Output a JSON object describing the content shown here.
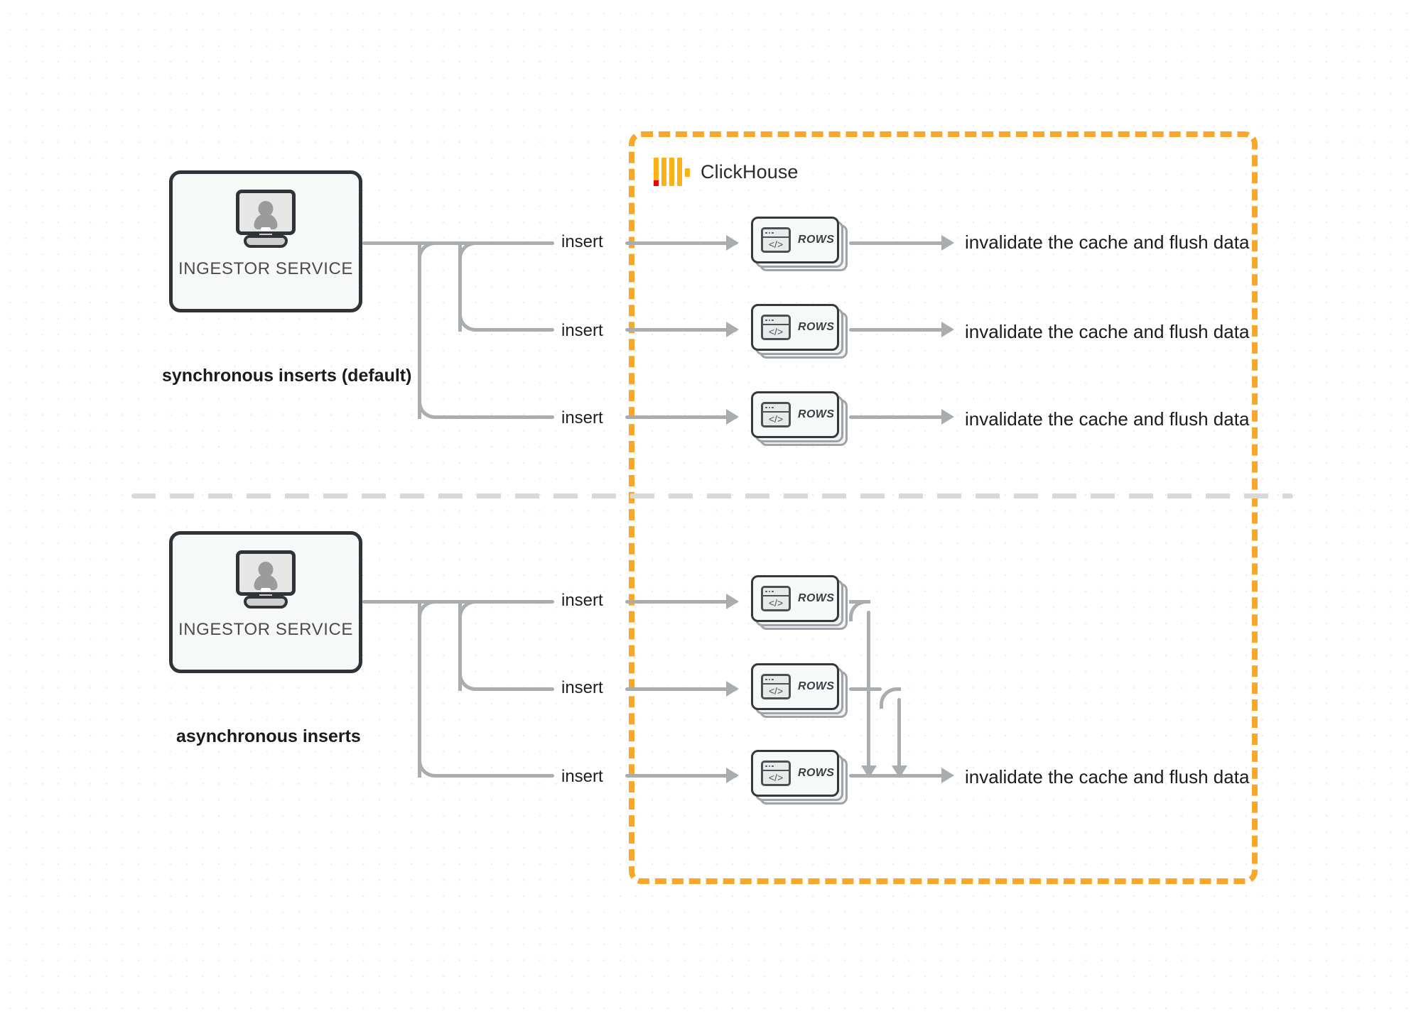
{
  "boundary": {
    "brand_name": "ClickHouse",
    "brand_color": "#f7a72b",
    "logo_bar_color": "#fbb216",
    "logo_accent_color": "#f00000"
  },
  "scenarios": [
    {
      "id": "synchronous",
      "caption": "synchronous inserts (default)",
      "service": {
        "label": "INGESTOR SERVICE",
        "icon": "monitor-user-icon"
      },
      "flows": [
        {
          "edge_label": "insert",
          "card_label": "ROWS",
          "outcome": "invalidate the cache and flush data"
        },
        {
          "edge_label": "insert",
          "card_label": "ROWS",
          "outcome": "invalidate the cache and flush data"
        },
        {
          "edge_label": "insert",
          "card_label": "ROWS",
          "outcome": "invalidate the cache and flush data"
        }
      ]
    },
    {
      "id": "asynchronous",
      "caption": "asynchronous inserts",
      "service": {
        "label": "INGESTOR SERVICE",
        "icon": "monitor-user-icon"
      },
      "flows": [
        {
          "edge_label": "insert",
          "card_label": "ROWS"
        },
        {
          "edge_label": "insert",
          "card_label": "ROWS"
        },
        {
          "edge_label": "insert",
          "card_label": "ROWS"
        }
      ],
      "outcome": "invalidate the cache and flush data"
    }
  ]
}
